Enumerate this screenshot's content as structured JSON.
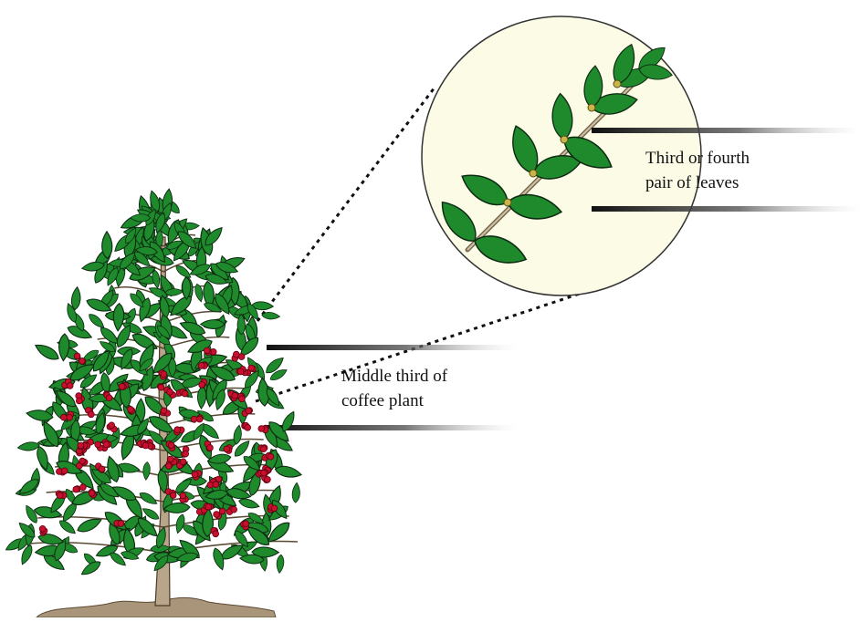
{
  "labels": {
    "branch_line1": "Third or fourth",
    "branch_line2": "pair of leaves",
    "plant_line1": "Middle third of",
    "plant_line2": "coffee plant"
  },
  "colors": {
    "leaf": "#1f8a2c",
    "leaf_outline": "#0d2a12",
    "berry": "#c8102e",
    "stem": "#8b7a5c",
    "soil": "#9c8870",
    "magnifier_fill": "#fbfbe6",
    "line_dark": "#222222"
  },
  "icons": {
    "plant": "coffee-plant-illustration",
    "magnifier": "magnified-branch-circle"
  }
}
